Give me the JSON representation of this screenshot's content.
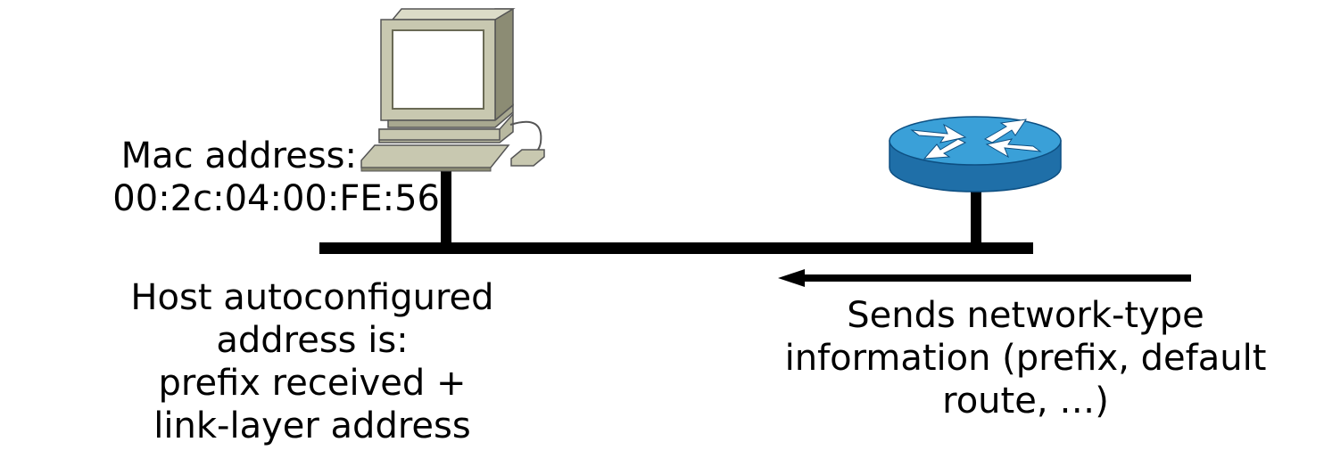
{
  "mac_label": {
    "line1": "Mac address:",
    "line2": "00:2c:04:00:FE:56"
  },
  "host_label": {
    "line1": "Host autoconfigured",
    "line2": "address is:",
    "line3": "prefix received +",
    "line4": "link-layer address"
  },
  "router_label": {
    "line1": "Sends network-type",
    "line2": "information (prefix, default",
    "line3": "route, …)"
  },
  "colors": {
    "line": "#000000",
    "computer_body": "#c8c8b0",
    "computer_dark": "#8c8c74",
    "screen": "#ffffff",
    "router_top": "#3aa0d8",
    "router_side": "#1f6fa8"
  },
  "icons": [
    "computer-icon",
    "router-icon",
    "arrow-left-icon"
  ]
}
